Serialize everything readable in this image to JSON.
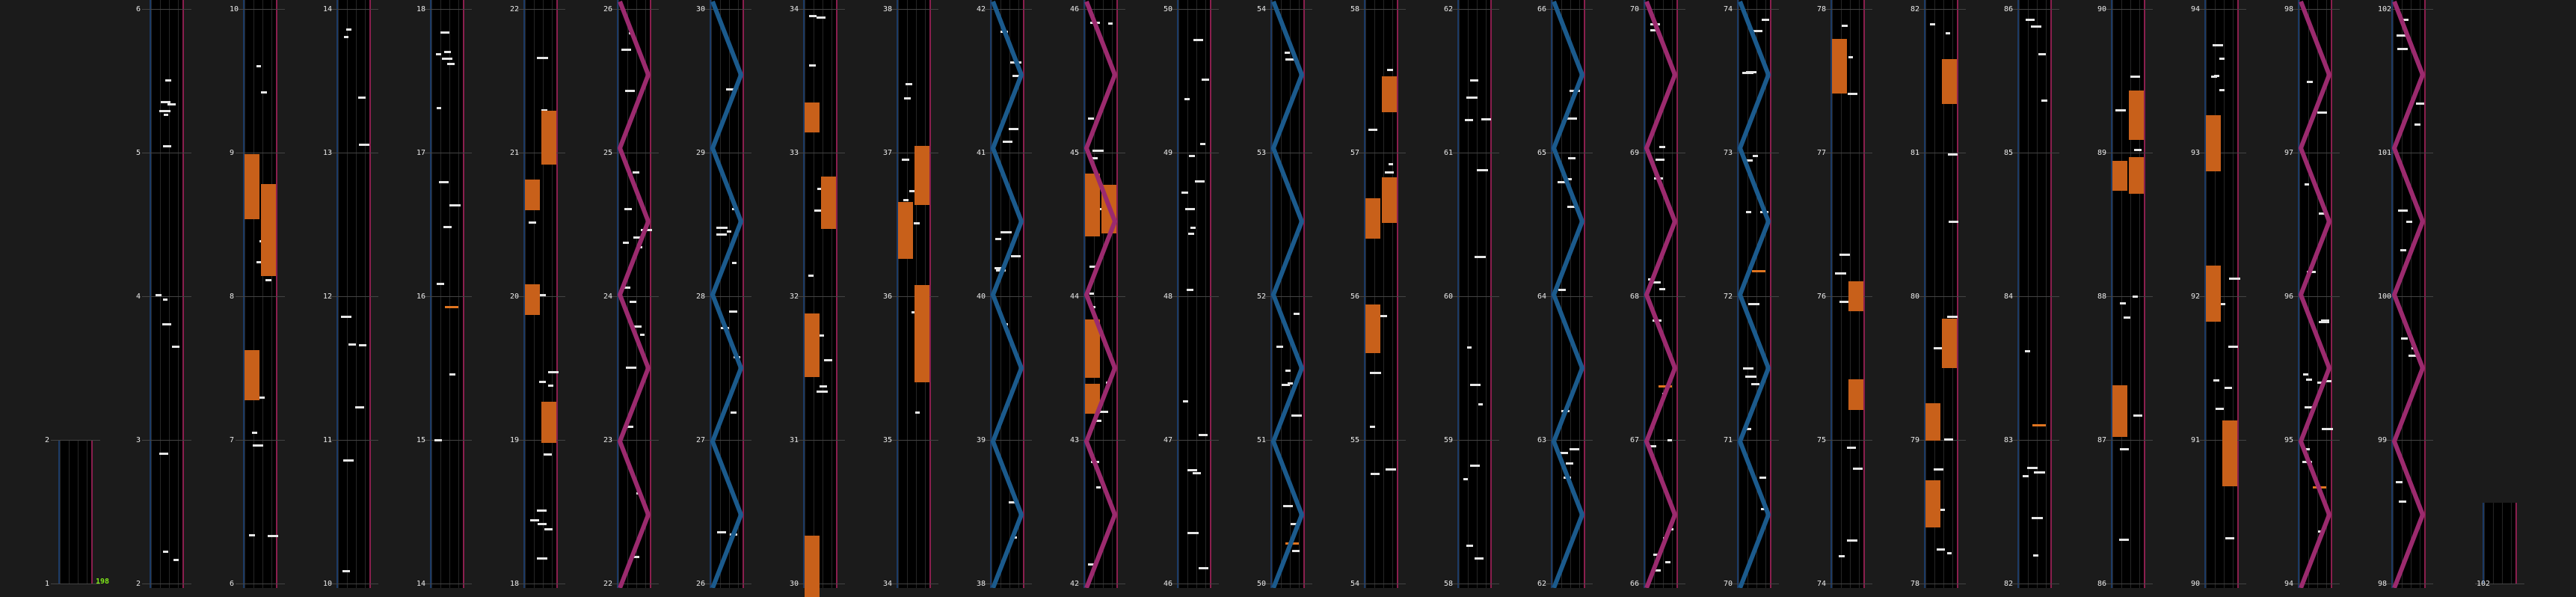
{
  "app": {
    "view": "chart-editor"
  },
  "colors": {
    "background": "#1b1b1b",
    "lane_left": "#1b5a8c",
    "lane_right": "#9b2a6e",
    "fx": "#c8601a",
    "chip": "#e6e6e6",
    "counter": "#7fe81a"
  },
  "counter": "198",
  "measures": {
    "bar1": [
      "1",
      "2"
    ],
    "col1": [
      "2",
      "3",
      "4",
      "5",
      "6"
    ],
    "col2": [
      "6",
      "7",
      "8",
      "9",
      "10"
    ],
    "col3": [
      "10",
      "11",
      "12",
      "13",
      "14"
    ],
    "col4": [
      "14",
      "15",
      "16",
      "17",
      "18"
    ],
    "col5": [
      "18",
      "19",
      "20",
      "21",
      "22"
    ],
    "col6": [
      "22",
      "23",
      "24",
      "25",
      "26"
    ],
    "col7": [
      "26",
      "27",
      "28",
      "29",
      "30"
    ],
    "col8": [
      "30",
      "31",
      "32",
      "33",
      "34"
    ],
    "col9": [
      "34",
      "35",
      "36",
      "37",
      "38"
    ],
    "col10": [
      "38",
      "39",
      "40",
      "41",
      "42"
    ],
    "col11": [
      "42",
      "43",
      "44",
      "45",
      "46"
    ],
    "col12": [
      "46",
      "47",
      "48",
      "49",
      "50"
    ],
    "col13": [
      "50",
      "51",
      "52",
      "53",
      "54"
    ],
    "col14": [
      "54",
      "55",
      "56",
      "57",
      "58"
    ],
    "col15": [
      "58",
      "59",
      "60",
      "61",
      "62"
    ],
    "col16": [
      "62",
      "63",
      "64",
      "65",
      "66"
    ],
    "col17": [
      "66",
      "67",
      "68",
      "69",
      "70"
    ],
    "col18": [
      "70",
      "71",
      "72",
      "73",
      "74"
    ],
    "col19": [
      "74",
      "75",
      "76",
      "77",
      "78"
    ],
    "col20": [
      "78",
      "79",
      "80",
      "81",
      "82"
    ],
    "col21": [
      "82",
      "83",
      "84",
      "85",
      "86"
    ],
    "col22": [
      "86",
      "87",
      "88",
      "89",
      "90"
    ],
    "col23": [
      "90",
      "91",
      "92",
      "93",
      "94"
    ],
    "col24": [
      "94",
      "95",
      "96",
      "97",
      "98"
    ],
    "col25": [
      "98",
      "99",
      "100",
      "101",
      "102"
    ],
    "bar_end": [
      "102"
    ]
  }
}
